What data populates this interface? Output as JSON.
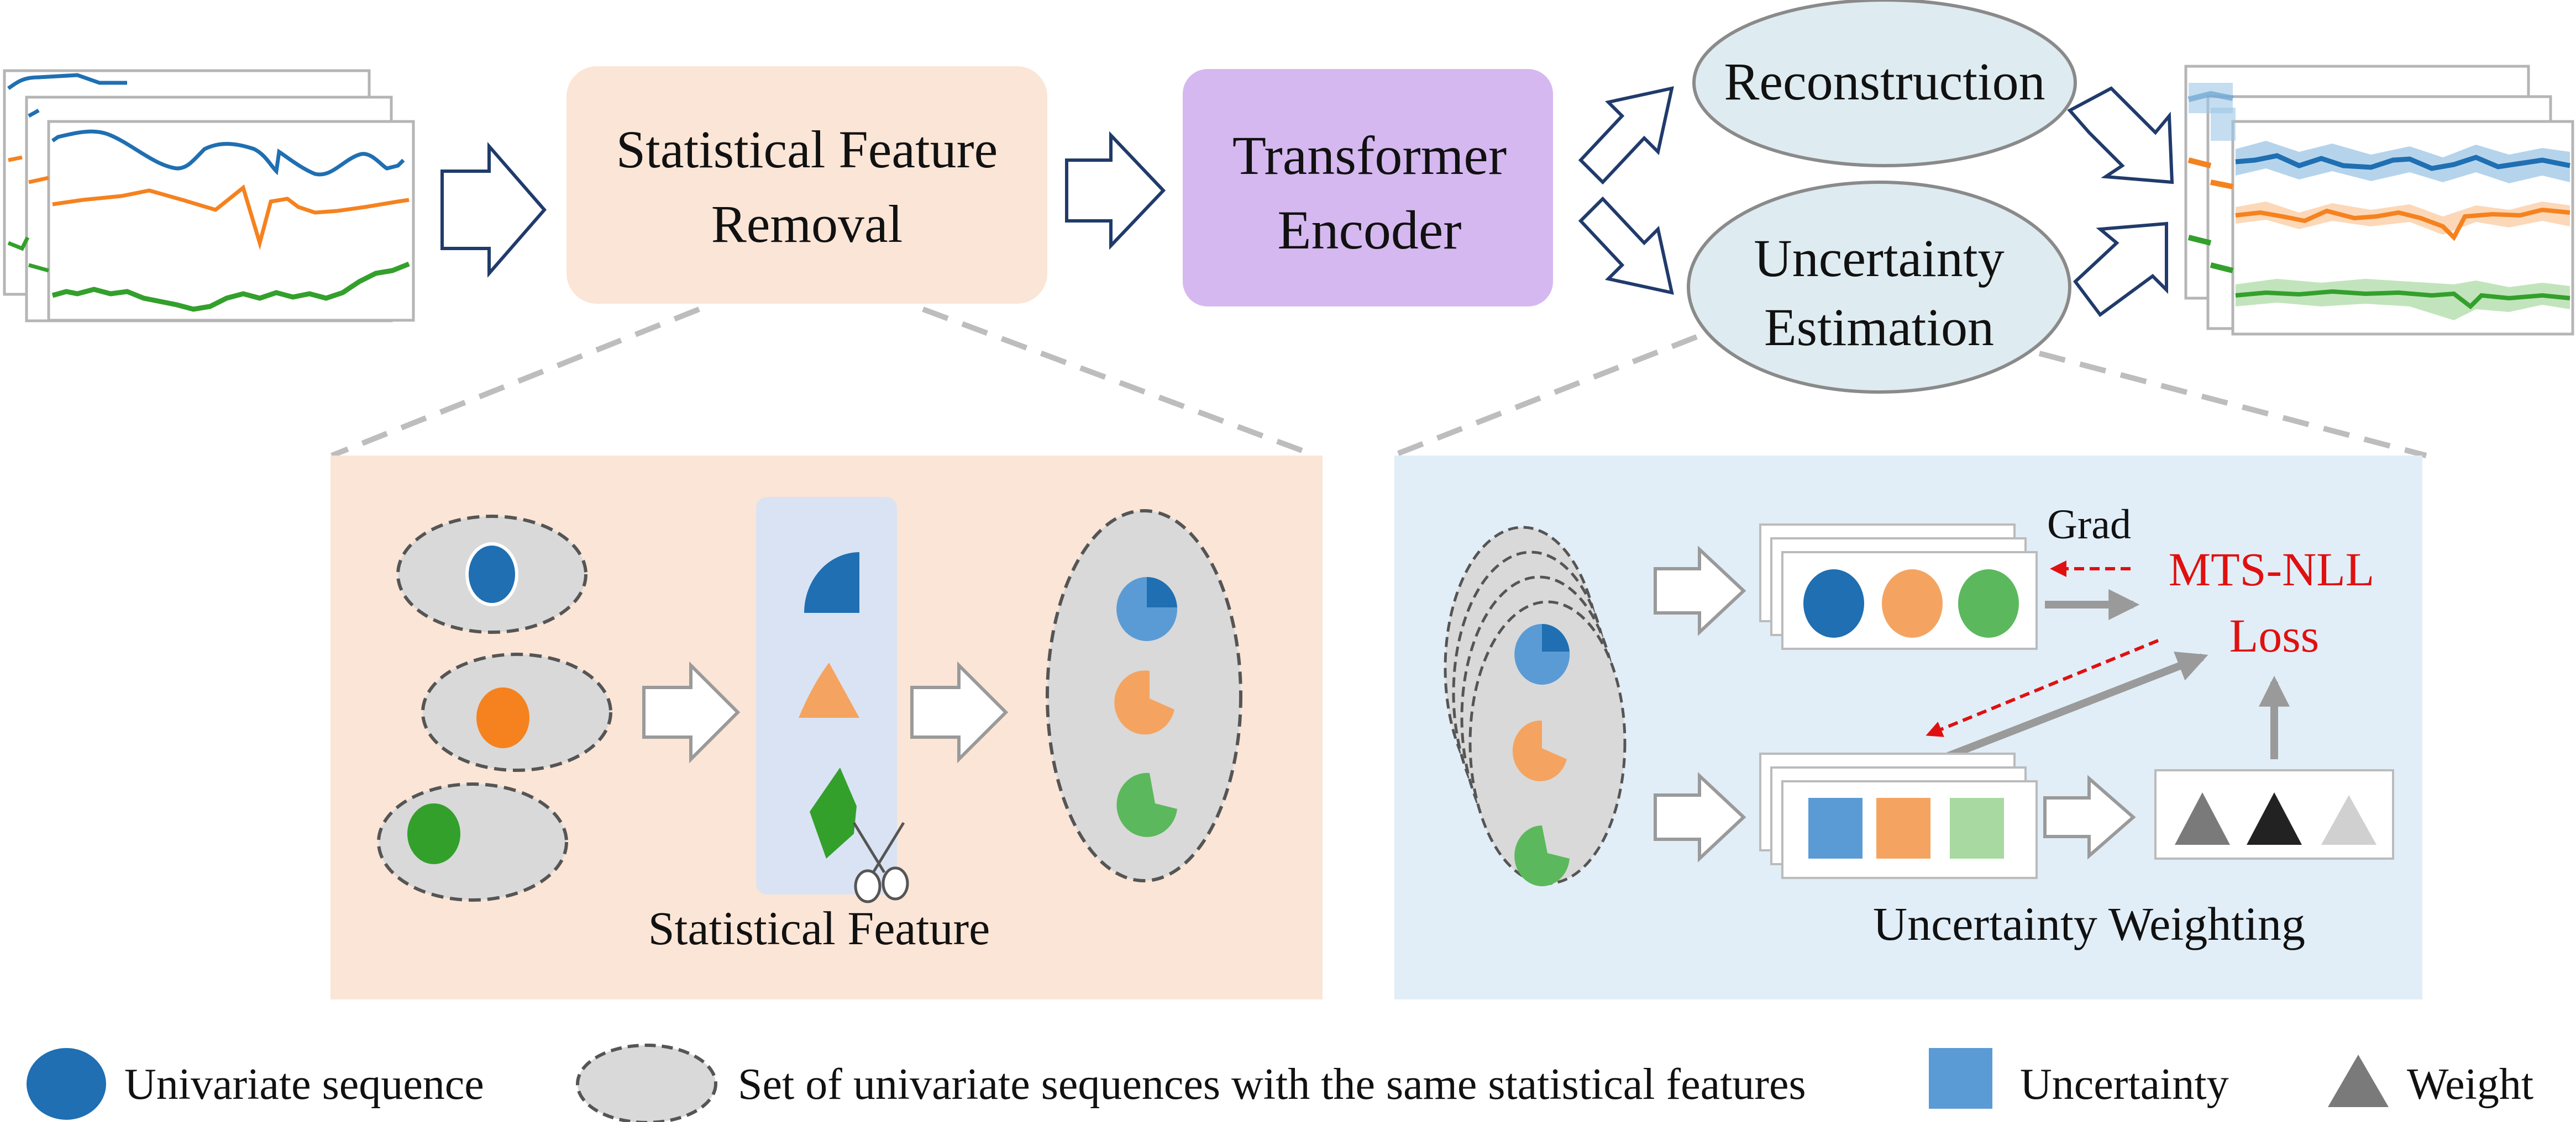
{
  "pipeline": {
    "stat_removal_line1": "Statistical Feature",
    "stat_removal_line2": "Removal",
    "encoder_line1": "Transformer",
    "encoder_line2": "Encoder",
    "reconstruction": "Reconstruction",
    "uncertainty_line1": "Uncertainty",
    "uncertainty_line2": "Estimation"
  },
  "left_panel": {
    "caption": "Statistical Feature"
  },
  "right_panel": {
    "grad_label": "Grad",
    "loss_line1": "MTS-NLL",
    "loss_line2": "Loss",
    "caption": "Uncertainty Weighting"
  },
  "legend": {
    "univariate": "Univariate sequence",
    "set": "Set of univariate sequences with the same statistical features",
    "uncertainty": "Uncertainty",
    "weight": "Weight"
  },
  "colors": {
    "blue": "#1f6fb2",
    "orange": "#f5821f",
    "green": "#33a02c",
    "peach_box": "#fbe5d6",
    "purple_box": "#d5b8f0",
    "ellipse_fill": "#deebf0",
    "right_panel_bg": "#e1eef7",
    "loss_red": "#e01010"
  }
}
